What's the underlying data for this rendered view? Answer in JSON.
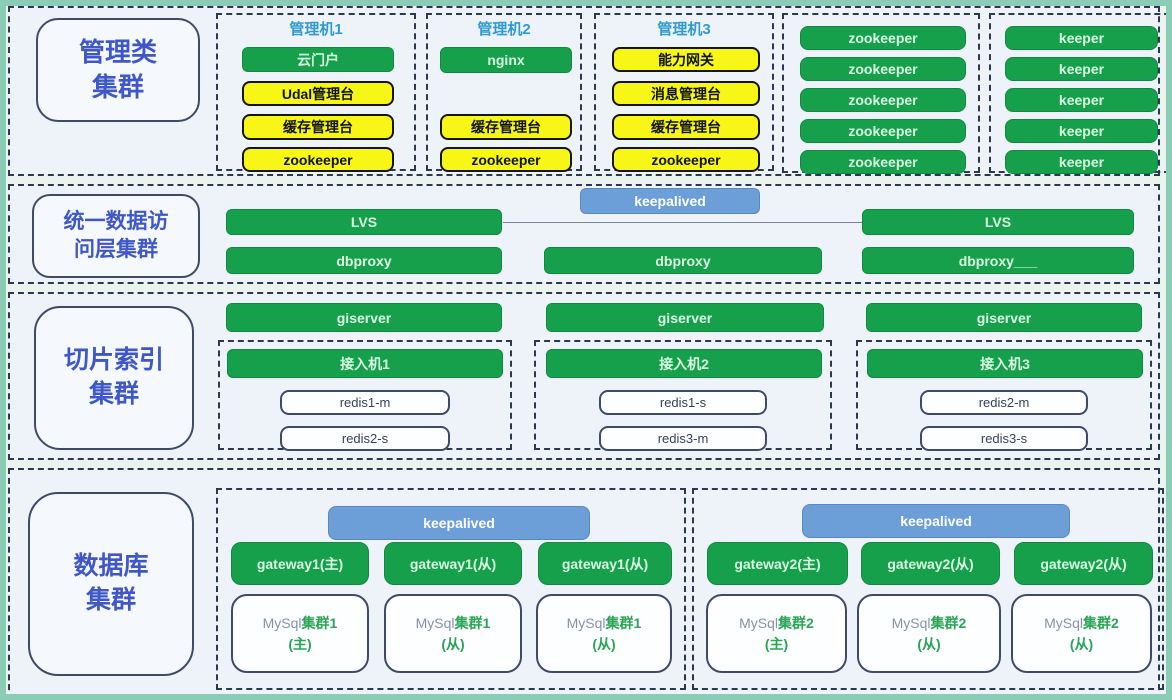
{
  "colors": {
    "green": "#17a04c",
    "yellow": "#f8f616",
    "blue_keepalived": "#6c9ed8",
    "label_text_blue": "#3f57c9",
    "machine_title_blue": "#2f9bd2",
    "page_border_teal": "#8accb5"
  },
  "section1": {
    "label": "管理类集群",
    "machines": [
      {
        "title": "管理机1",
        "boxes": [
          "云门户",
          "Udal管理台",
          "缓存管理台",
          "zookeeper"
        ]
      },
      {
        "title": "管理机2",
        "boxes": [
          "nginx",
          "缓存管理台",
          "zookeeper"
        ]
      },
      {
        "title": "管理机3",
        "boxes": [
          "能力网关",
          "消息管理台",
          "缓存管理台",
          "zookeeper"
        ]
      }
    ],
    "zookeeper_list": [
      "zookeeper",
      "zookeeper",
      "zookeeper",
      "zookeeper",
      "zookeeper"
    ],
    "keeper_list": [
      "keeper",
      "keeper",
      "keeper",
      "keeper",
      "keeper"
    ]
  },
  "section2": {
    "label": "统一数据访问层集群",
    "keepalived": "keepalived",
    "lvs_left": "LVS",
    "lvs_right": "LVS",
    "dbproxy": [
      "dbproxy",
      "dbproxy",
      "dbproxy___"
    ]
  },
  "section3": {
    "label": "切片索引集群",
    "columns": [
      {
        "giserver": "giserver",
        "access": "接入机1",
        "redis": [
          "redis1-m",
          "redis2-s"
        ]
      },
      {
        "giserver": "giserver",
        "access": "接入机2",
        "redis": [
          "redis1-s",
          "redis3-m"
        ]
      },
      {
        "giserver": "giserver",
        "access": "接入机3",
        "redis": [
          "redis2-m",
          "redis3-s"
        ]
      }
    ]
  },
  "section4": {
    "label": "数据库集群",
    "groups": [
      {
        "keepalived": "keepalived",
        "gateways": [
          "gateway1(主)",
          "gateway1(从)",
          "gateway1(从)"
        ],
        "mysql": [
          {
            "name": "MySql",
            "cluster": "集群1",
            "role": "(主)"
          },
          {
            "name": "MySql",
            "cluster": "集群1",
            "role": "(从)"
          },
          {
            "name": "MySql",
            "cluster": "集群1",
            "role": "(从)"
          }
        ]
      },
      {
        "keepalived": "keepalived",
        "gateways": [
          "gateway2(主)",
          "gateway2(从)",
          "gateway2(从)"
        ],
        "mysql": [
          {
            "name": "MySql",
            "cluster": "集群2",
            "role": "(主)"
          },
          {
            "name": "MySql",
            "cluster": "集群2",
            "role": "(从)"
          },
          {
            "name": "MySql",
            "cluster": "集群2",
            "role": "(从)"
          }
        ]
      }
    ]
  }
}
